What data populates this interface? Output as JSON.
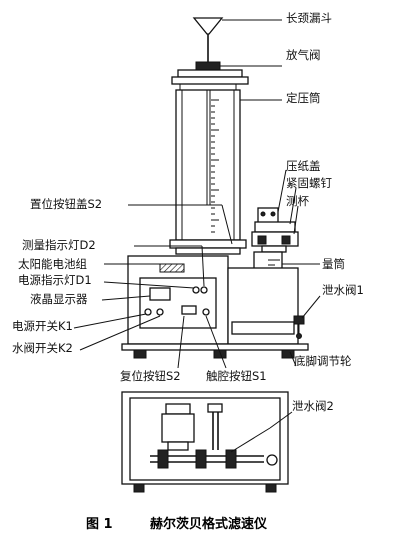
{
  "labels": {
    "funnel": "长颈漏斗",
    "vent_valve": "放气阀",
    "pressure_cylinder": "定压筒",
    "paper_cover": "压纸盖",
    "clamp_screw": "紧固螺钉",
    "measuring_cup": "测杯",
    "reset_cover": "置位按钮盖S2",
    "measure_lamp": "测量指示灯D2",
    "solar_battery": "太阳能电池组",
    "power_lamp": "电源指示灯D1",
    "lcd": "液晶显示器",
    "graduated_cylinder": "量筒",
    "drain_valve_1": "泄水阀1",
    "power_switch": "电源开关K1",
    "water_valve_switch": "水阀开关K2",
    "leveling_wheel": "底脚调节轮",
    "reset_button": "复位按钮S2",
    "touch_button": "触腔按钮S1",
    "drain_valve_2": "泄水阀2"
  },
  "caption": {
    "figure_no": "图 1",
    "title": "赫尔茨贝格式滤速仪"
  }
}
